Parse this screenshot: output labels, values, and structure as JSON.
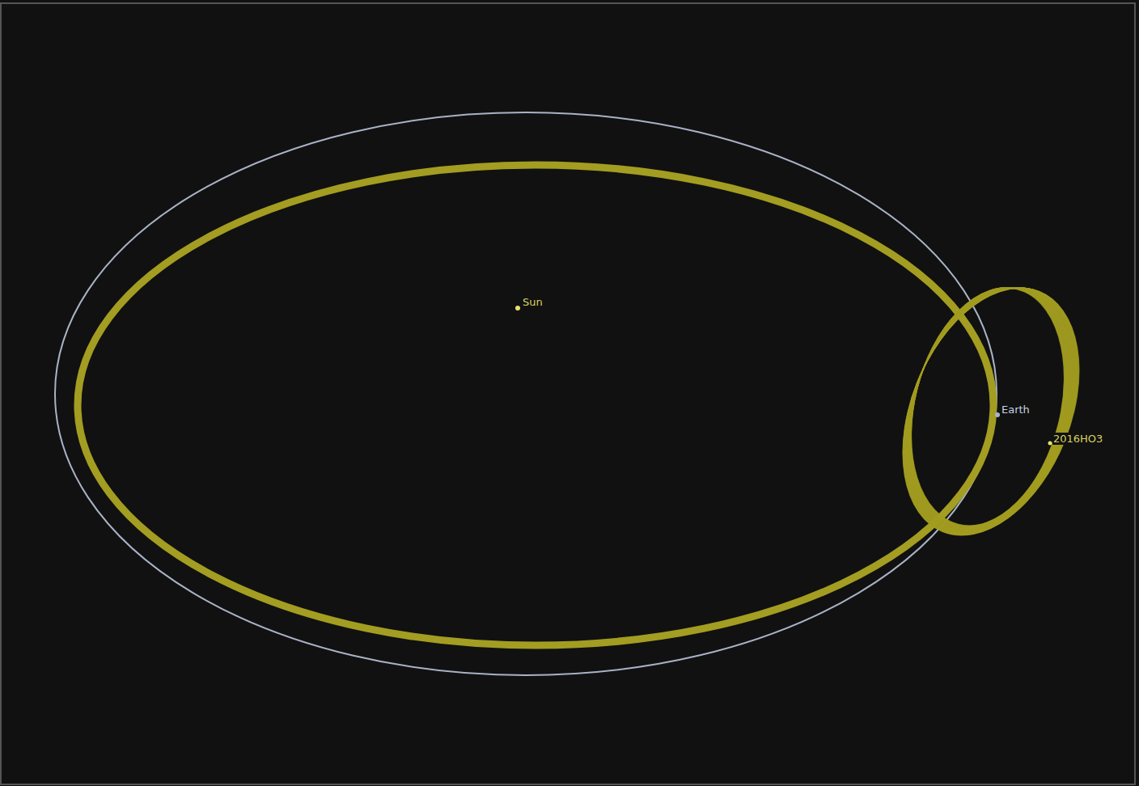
{
  "diagram": {
    "labels": [
      "Sun",
      "Earth",
      "2016HO3"
    ]
  }
}
